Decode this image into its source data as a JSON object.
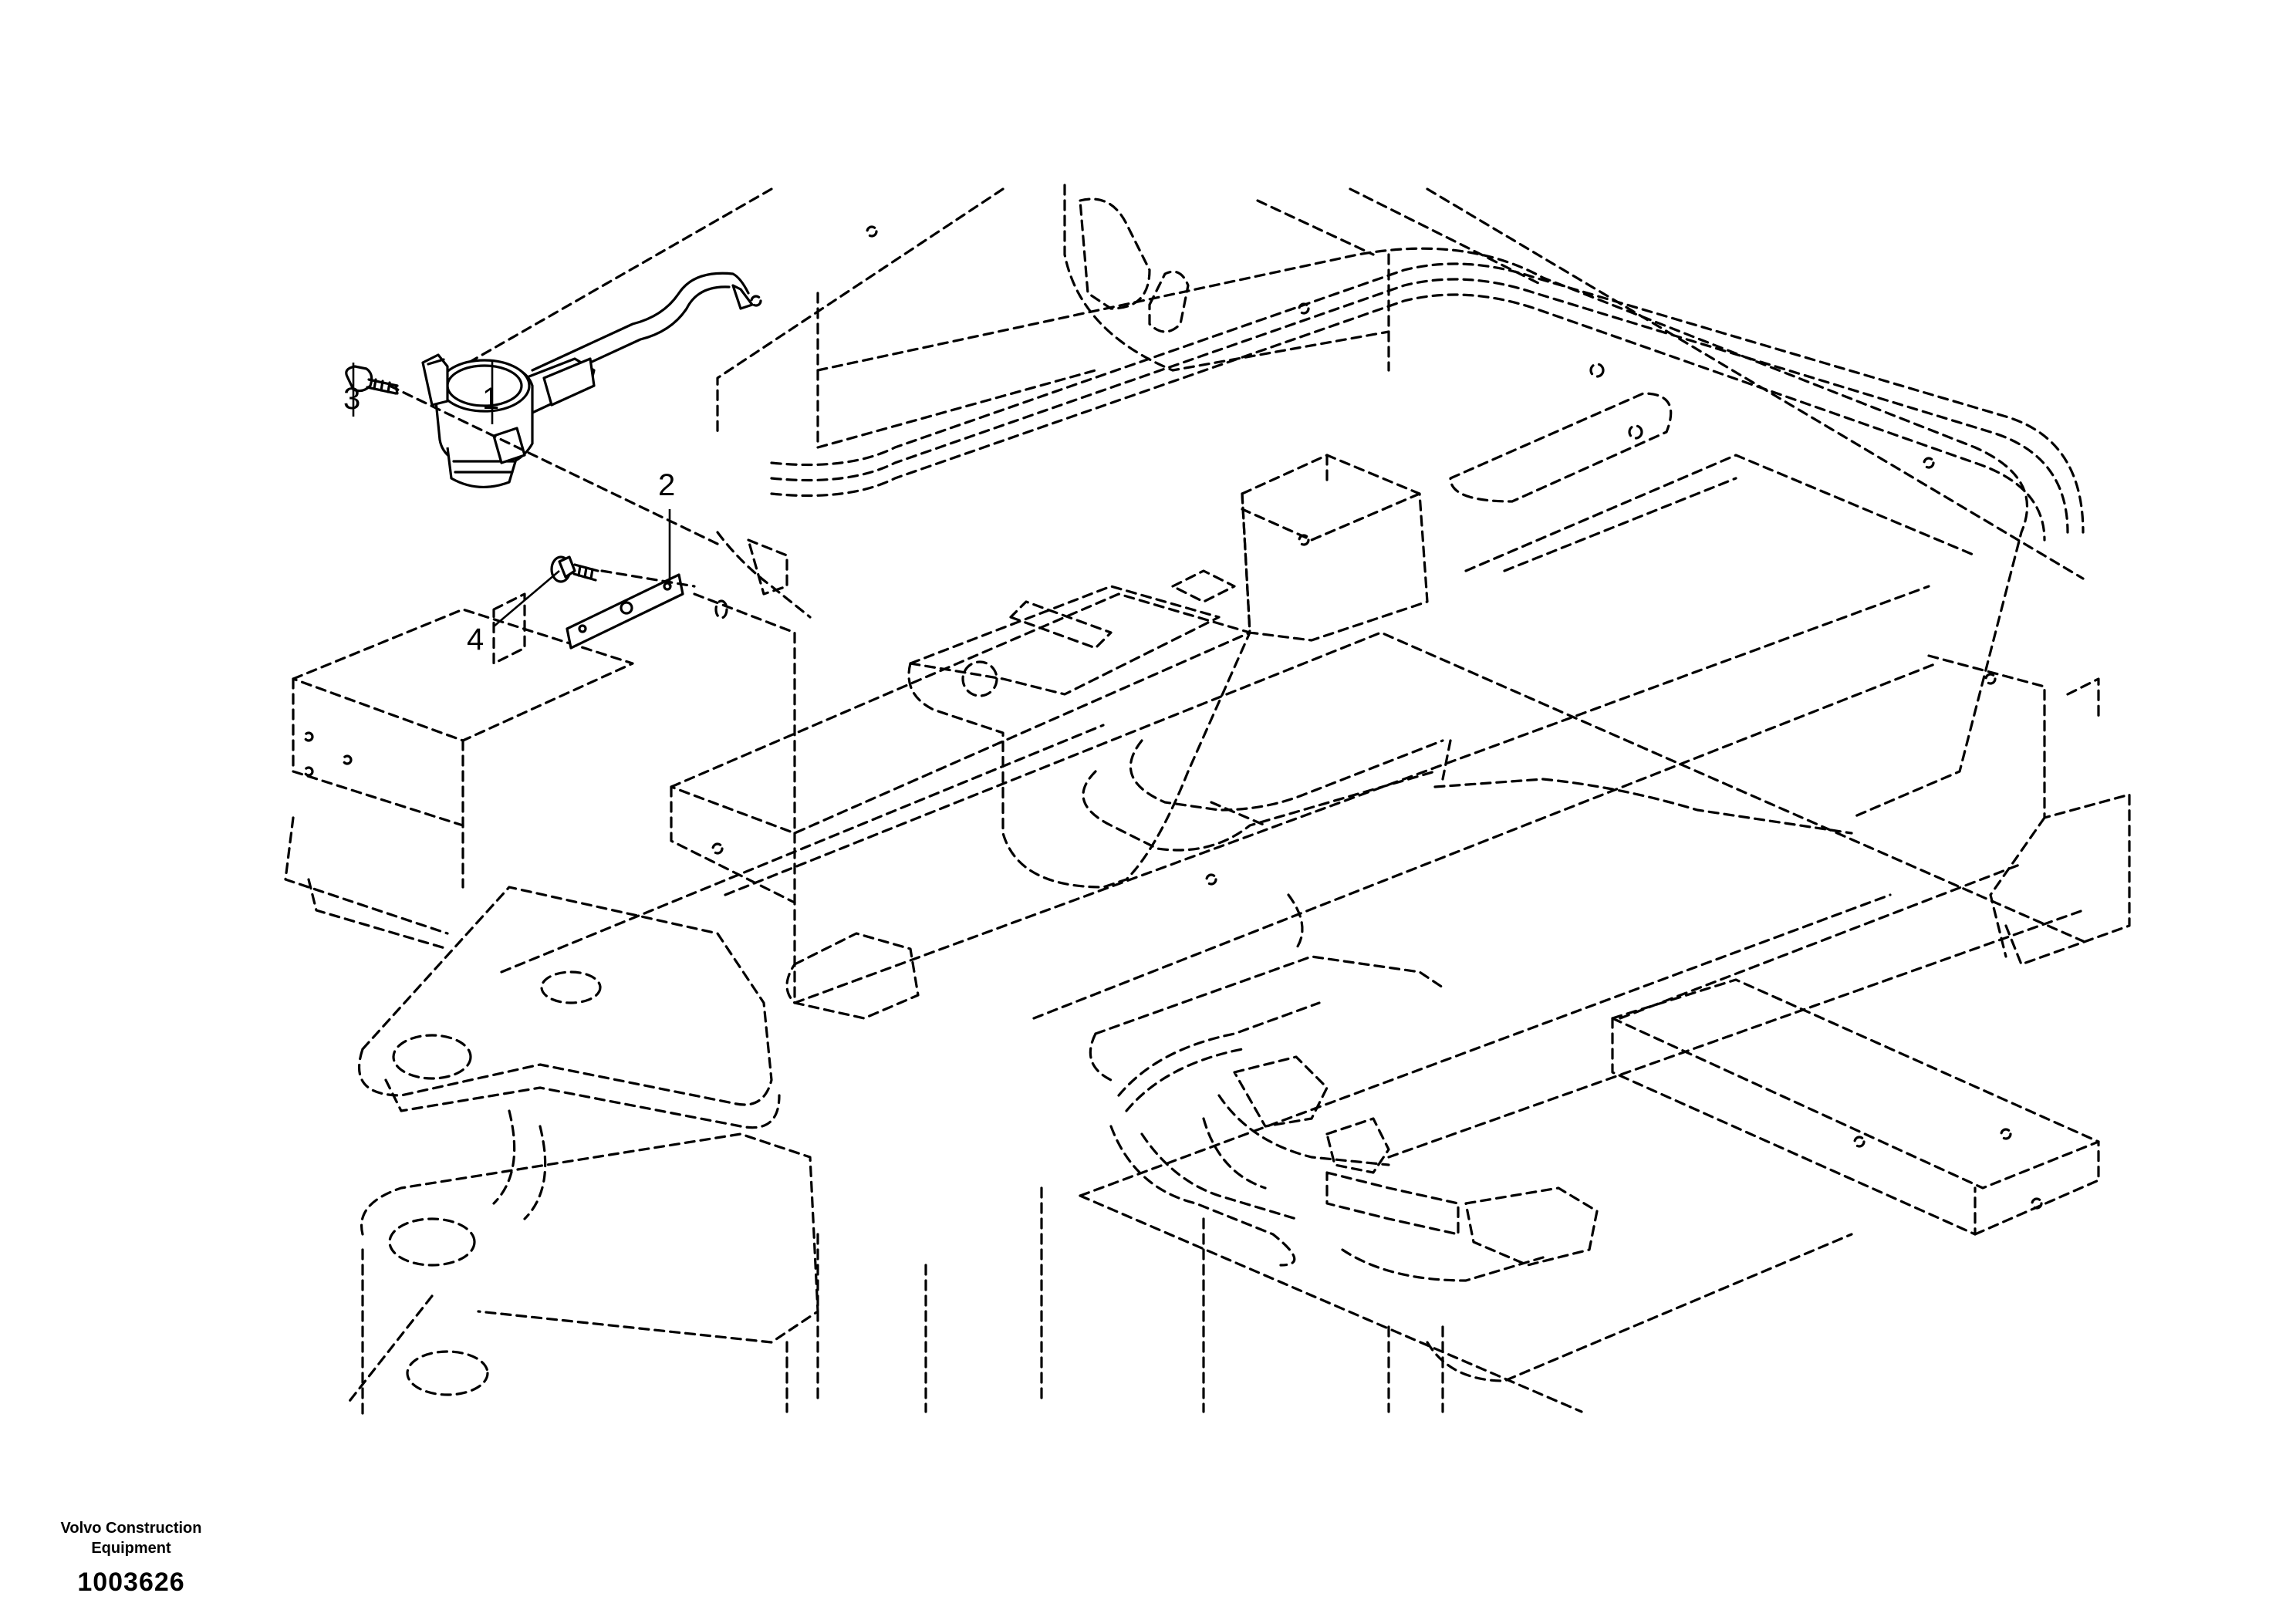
{
  "callouts": {
    "c1": "1",
    "c2": "2",
    "c3": "3",
    "c4": "4"
  },
  "footer": {
    "company": "Volvo Construction Equipment",
    "drawing_number": "1003626"
  }
}
